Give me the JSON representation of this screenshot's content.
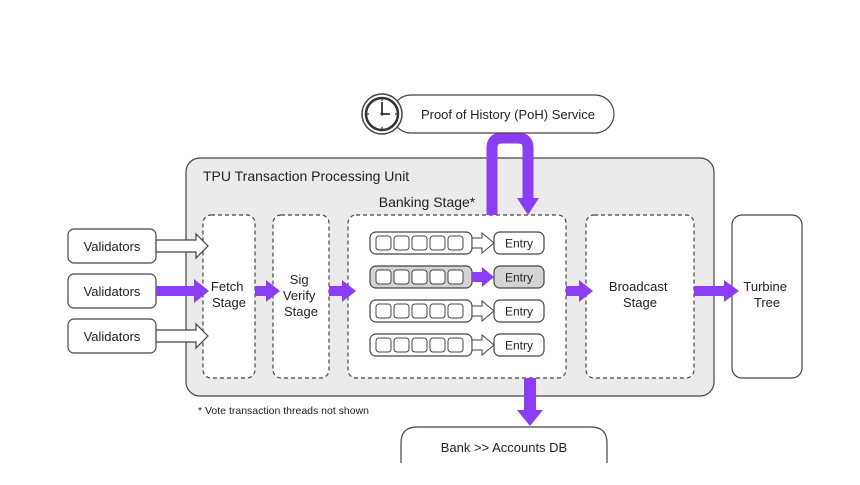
{
  "colors": {
    "accent": "#8b3df5",
    "box_fill": "#ebebeb",
    "stroke": "#444444",
    "highlight_fill": "#d4d4d4"
  },
  "poh": {
    "label": "Proof of History (PoH) Service",
    "icon": "clock-icon"
  },
  "tpu": {
    "title": "TPU Transaction Processing Unit"
  },
  "validators": [
    "Validators",
    "Validators",
    "Validators"
  ],
  "stages": {
    "fetch": [
      "Fetch",
      "Stage"
    ],
    "sigverify": [
      "Sig",
      "Verify",
      "Stage"
    ],
    "banking": "Banking Stage*",
    "broadcast": [
      "Broadcast",
      "Stage"
    ]
  },
  "entries": [
    "Entry",
    "Entry",
    "Entry",
    "Entry"
  ],
  "turbine": [
    "Turbine",
    "Tree"
  ],
  "footnote": "* Vote transaction threads not shown",
  "bank": {
    "label": "Bank >> Accounts DB"
  }
}
